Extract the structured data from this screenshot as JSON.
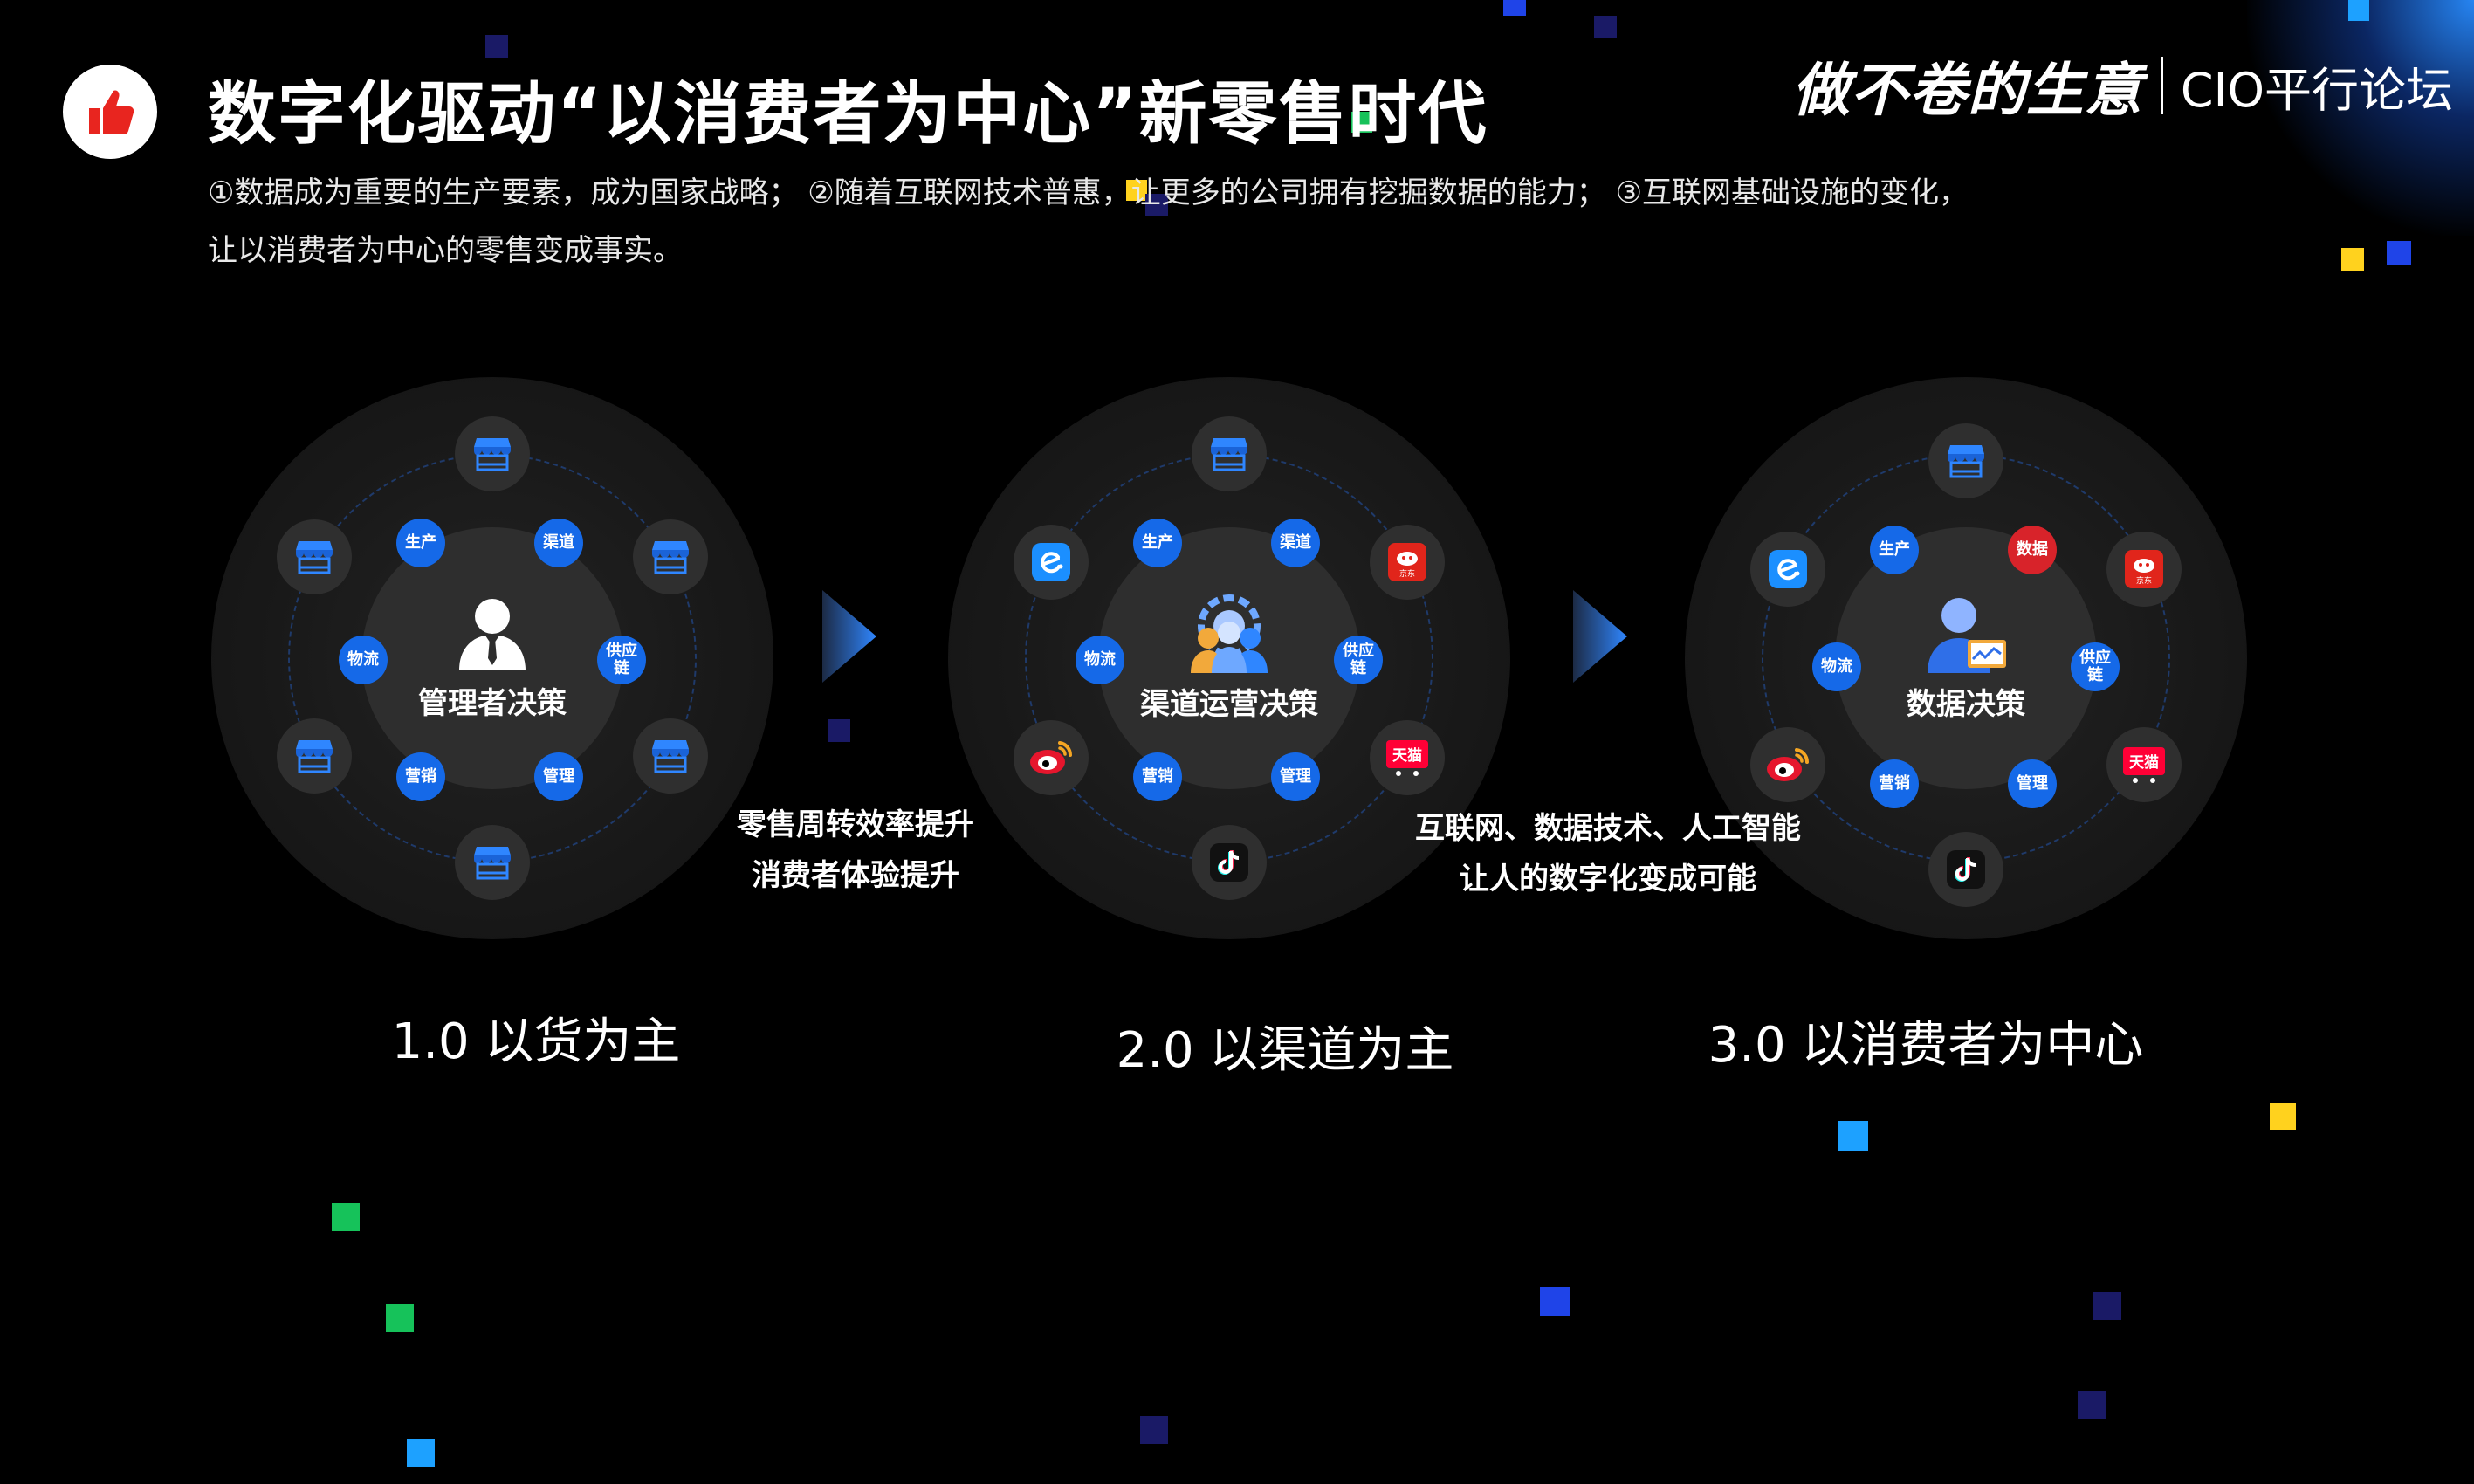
{
  "header": {
    "title": "数字化驱动“以消费者为中心”新零售时代",
    "brand_bold": "做不卷的生意",
    "brand_light": "CIO平行论坛",
    "desc_line1": "①数据成为重要的生产要素，成为国家战略；  ②随着互联网技术普惠，让更多的公司拥有挖掘数据的能力；  ③互联网基础设施的变化，",
    "desc_line2": "让以消费者为中心的零售变成事实。"
  },
  "tags": {
    "production": "生产",
    "channel": "渠道",
    "supply1": "供应",
    "supply2": "链",
    "logistics": "物流",
    "marketing": "营销",
    "management": "管理",
    "data": "数据"
  },
  "stages": [
    {
      "center_label": "管理者决策",
      "caption": "1.0 以货为主"
    },
    {
      "center_label": "渠道运营决策",
      "caption": "2.0 以渠道为主"
    },
    {
      "center_label": "数据决策",
      "caption": "3.0 以消费者为中心"
    }
  ],
  "transitions": [
    {
      "line1": "零售周转效率提升",
      "line2": "消费者体验提升"
    },
    {
      "line1": "互联网、数据技术、人工智能",
      "line2": "让人的数字化变成可能"
    }
  ],
  "icons": {
    "logo": "thumbs-up-icon",
    "store": "store-icon",
    "eleme": "eleme-icon",
    "jd": "jd-icon",
    "jd_text": "京东",
    "weibo": "weibo-icon",
    "tmall": "tmall-icon",
    "tmall_text": "天猫",
    "douyin": "douyin-icon",
    "manager": "manager-icon",
    "team": "team-icon",
    "data_person": "data-person-icon"
  },
  "colors": {
    "background": "#000000",
    "accent_blue": "#1569e8",
    "data_red": "#d8232a",
    "logo_red": "#e8251f"
  }
}
